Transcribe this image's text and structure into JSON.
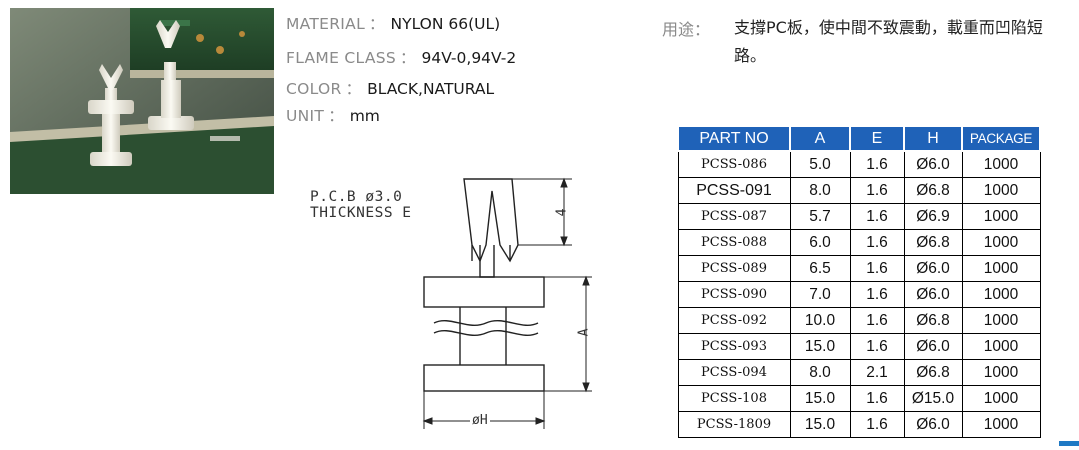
{
  "specs": [
    {
      "label": "MATERIAL",
      "sep": "：",
      "value": "NYLON 66(UL)"
    },
    {
      "label": "FLAME CLASS",
      "sep": "：",
      "value": "94V-0,94V-2"
    },
    {
      "label": "COLOR",
      "sep": "：",
      "value": "BLACK,NATURAL"
    },
    {
      "label": "UNIT",
      "sep": "：",
      "value": "mm"
    }
  ],
  "usage": {
    "label": "用途：",
    "text": "支撐PC板，使中間不致震動，載重而凹陷短路。"
  },
  "drawing": {
    "pcb_line1": "P.C.B ø3.0",
    "pcb_line2": "THICKNESS E",
    "dim_height": "4",
    "dim_a": "A",
    "dim_h": "øH"
  },
  "table": {
    "headers": [
      "PART NO",
      "A",
      "E",
      "H",
      "PACKAGE"
    ],
    "rows": [
      [
        "PCSS-086",
        "5.0",
        "1.6",
        "Ø6.0",
        "1000"
      ],
      [
        "PCSS-091",
        "8.0",
        "1.6",
        "Ø6.8",
        "1000"
      ],
      [
        "PCSS-087",
        "5.7",
        "1.6",
        "Ø6.9",
        "1000"
      ],
      [
        "PCSS-088",
        "6.0",
        "1.6",
        "Ø6.8",
        "1000"
      ],
      [
        "PCSS-089",
        "6.5",
        "1.6",
        "Ø6.0",
        "1000"
      ],
      [
        "PCSS-090",
        "7.0",
        "1.6",
        "Ø6.0",
        "1000"
      ],
      [
        "PCSS-092",
        "10.0",
        "1.6",
        "Ø6.8",
        "1000"
      ],
      [
        "PCSS-093",
        "15.0",
        "1.6",
        "Ø6.0",
        "1000"
      ],
      [
        "PCSS-094",
        "8.0",
        "2.1",
        "Ø6.8",
        "1000"
      ],
      [
        "PCSS-108",
        "15.0",
        "1.6",
        "Ø15.0",
        "1000"
      ],
      [
        "PCSS-1809",
        "15.0",
        "1.6",
        "Ø6.0",
        "1000"
      ]
    ]
  },
  "colors": {
    "header_bg": "#1f62b8",
    "accent": "#1f79c4"
  }
}
